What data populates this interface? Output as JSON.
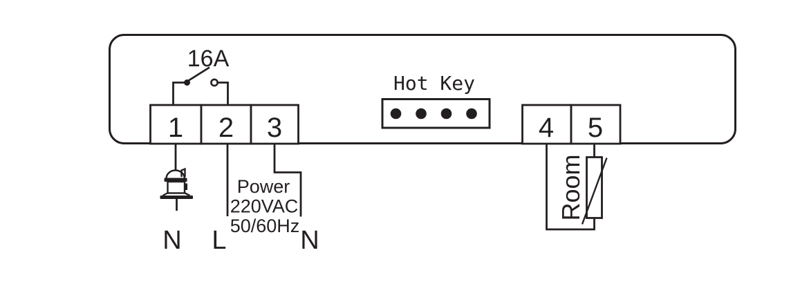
{
  "colors": {
    "line": "#231f20",
    "background": "#ffffff"
  },
  "relay": {
    "rating": "16A"
  },
  "terminals": [
    "1",
    "2",
    "3",
    "4",
    "5"
  ],
  "hot_key": {
    "label": "Hot Key",
    "dot_count": 4
  },
  "power_supply": {
    "line1": "Power",
    "line2": "220VAC",
    "line3": "50/60Hz"
  },
  "wire_labels": {
    "left_neutral": "N",
    "live": "L",
    "right_neutral": "N"
  },
  "sensor": {
    "label": "Room"
  },
  "icons": {
    "compressor": "compressor-icon",
    "thermistor": "thermistor-icon",
    "relay_switch": "relay-switch-icon",
    "hot_key_port": "hot-key-port"
  }
}
